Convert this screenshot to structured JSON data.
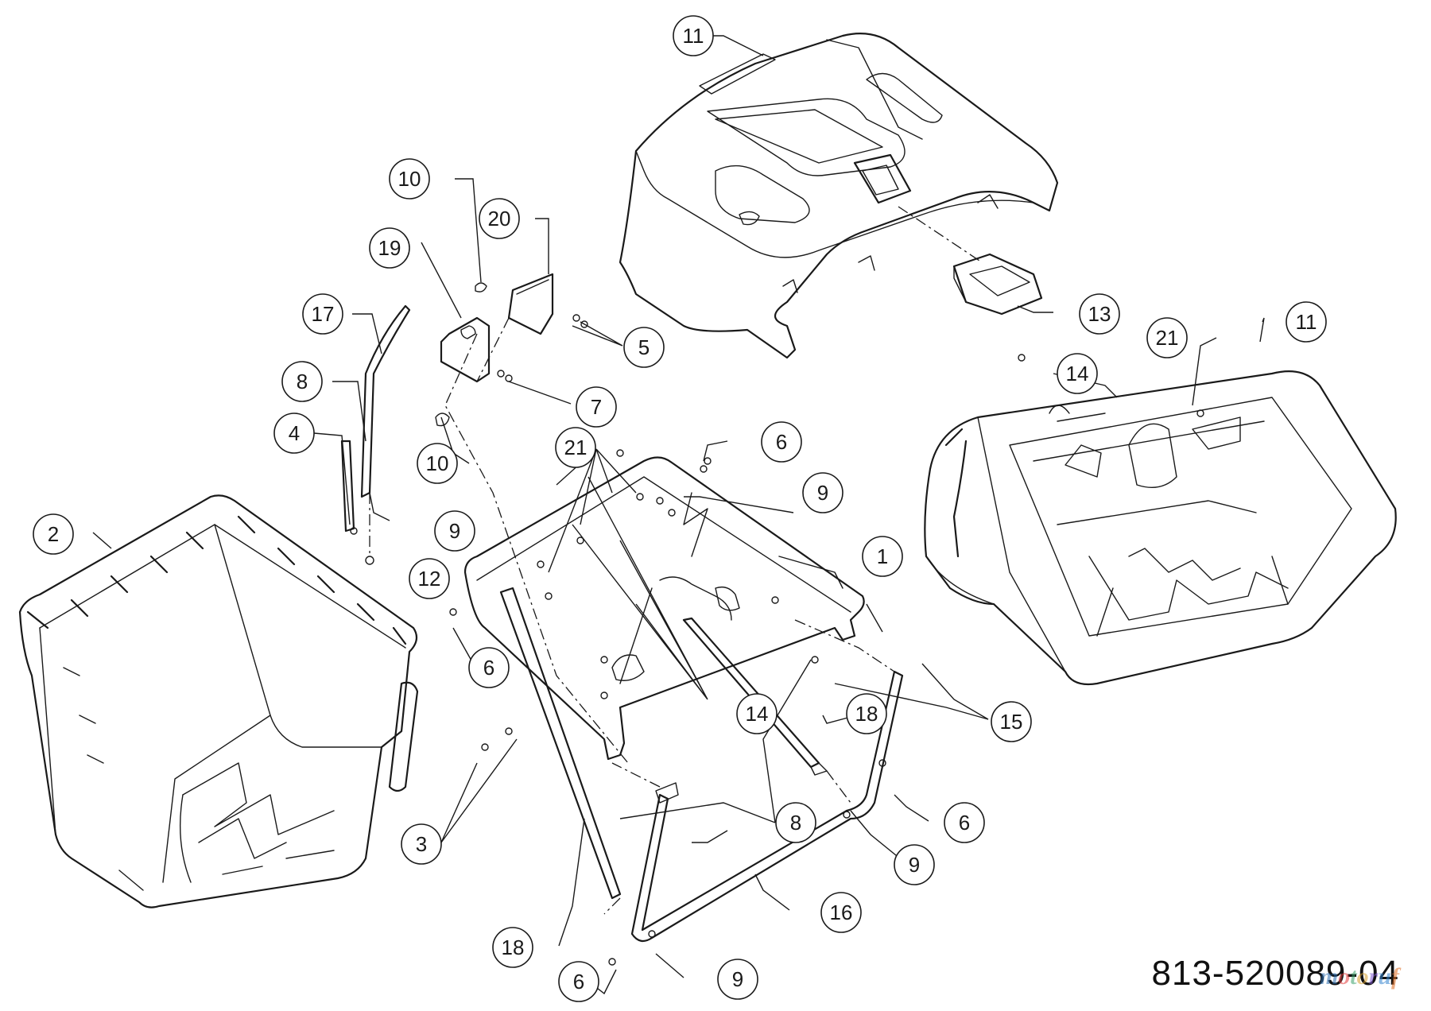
{
  "diagram": {
    "part_number": "813-520089-04",
    "watermark": {
      "text": "motoruf",
      "colors": [
        "#2b6cb0",
        "#e53e3e",
        "#38a169",
        "#d69e2e",
        "#805ad5",
        "#3182ce",
        "#dd6b20"
      ]
    },
    "callouts": [
      "1",
      "2",
      "3",
      "4",
      "5",
      "6",
      "7",
      "8",
      "9",
      "10",
      "11",
      "12",
      "13",
      "14",
      "15",
      "16",
      "17",
      "18",
      "19",
      "20",
      "21"
    ],
    "labels": {
      "c1": "1",
      "c2": "2",
      "c3": "3",
      "c4": "4",
      "c5": "5",
      "c6a": "6",
      "c6b": "6",
      "c6c": "6",
      "c6d": "6",
      "c7": "7",
      "c8a": "8",
      "c8b": "8",
      "c9a": "9",
      "c9b": "9",
      "c9c": "9",
      "c9d": "9",
      "c10a": "10",
      "c10b": "10",
      "c11a": "11",
      "c11b": "11",
      "c12": "12",
      "c13": "13",
      "c14a": "14",
      "c14b": "14",
      "c15": "15",
      "c16": "16",
      "c17": "17",
      "c18a": "18",
      "c18b": "18",
      "c19": "19",
      "c20": "20",
      "c21a": "21",
      "c21b": "21"
    }
  }
}
